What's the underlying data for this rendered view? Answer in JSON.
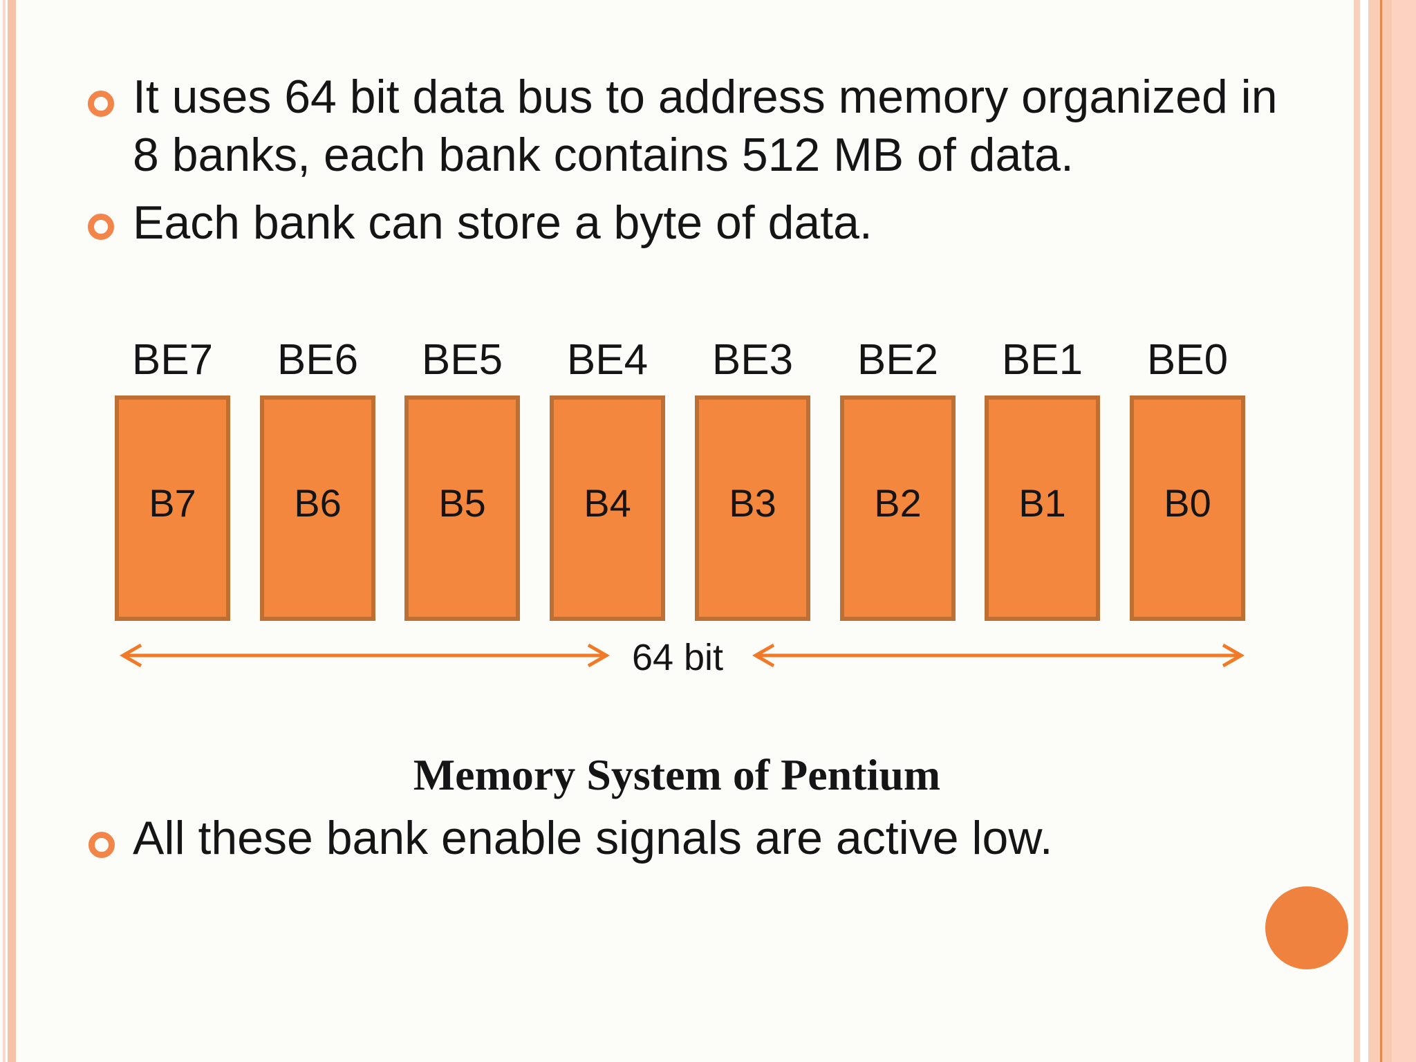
{
  "bullets": [
    {
      "label": "It uses 64 bit data bus to address memory organized in 8 banks, each bank contains 512 MB of data."
    },
    {
      "label": "Each bank can store a byte of data."
    },
    {
      "label": "All these bank enable signals are active low."
    }
  ],
  "diagram": {
    "banks": [
      {
        "enable": "BE7",
        "bank": "B7"
      },
      {
        "enable": "BE6",
        "bank": "B6"
      },
      {
        "enable": "BE5",
        "bank": "B5"
      },
      {
        "enable": "BE4",
        "bank": "B4"
      },
      {
        "enable": "BE3",
        "bank": "B3"
      },
      {
        "enable": "BE2",
        "bank": "B2"
      },
      {
        "enable": "BE1",
        "bank": "B1"
      },
      {
        "enable": "BE0",
        "bank": "B0"
      }
    ],
    "bus_label": "64 bit",
    "caption": "Memory System of Pentium"
  },
  "colors": {
    "slide_bg": "#FCFDF8",
    "text": "#151515",
    "bullet_ring": "#F2864A",
    "box_fill": "#F4873E",
    "box_border": "#BE7034",
    "arrow": "#F07A28",
    "circle": "#F0823F",
    "stripe_light": "#FAD9C8",
    "stripe_main": "#F5C3A8",
    "stripe_line": "#E9864A"
  }
}
